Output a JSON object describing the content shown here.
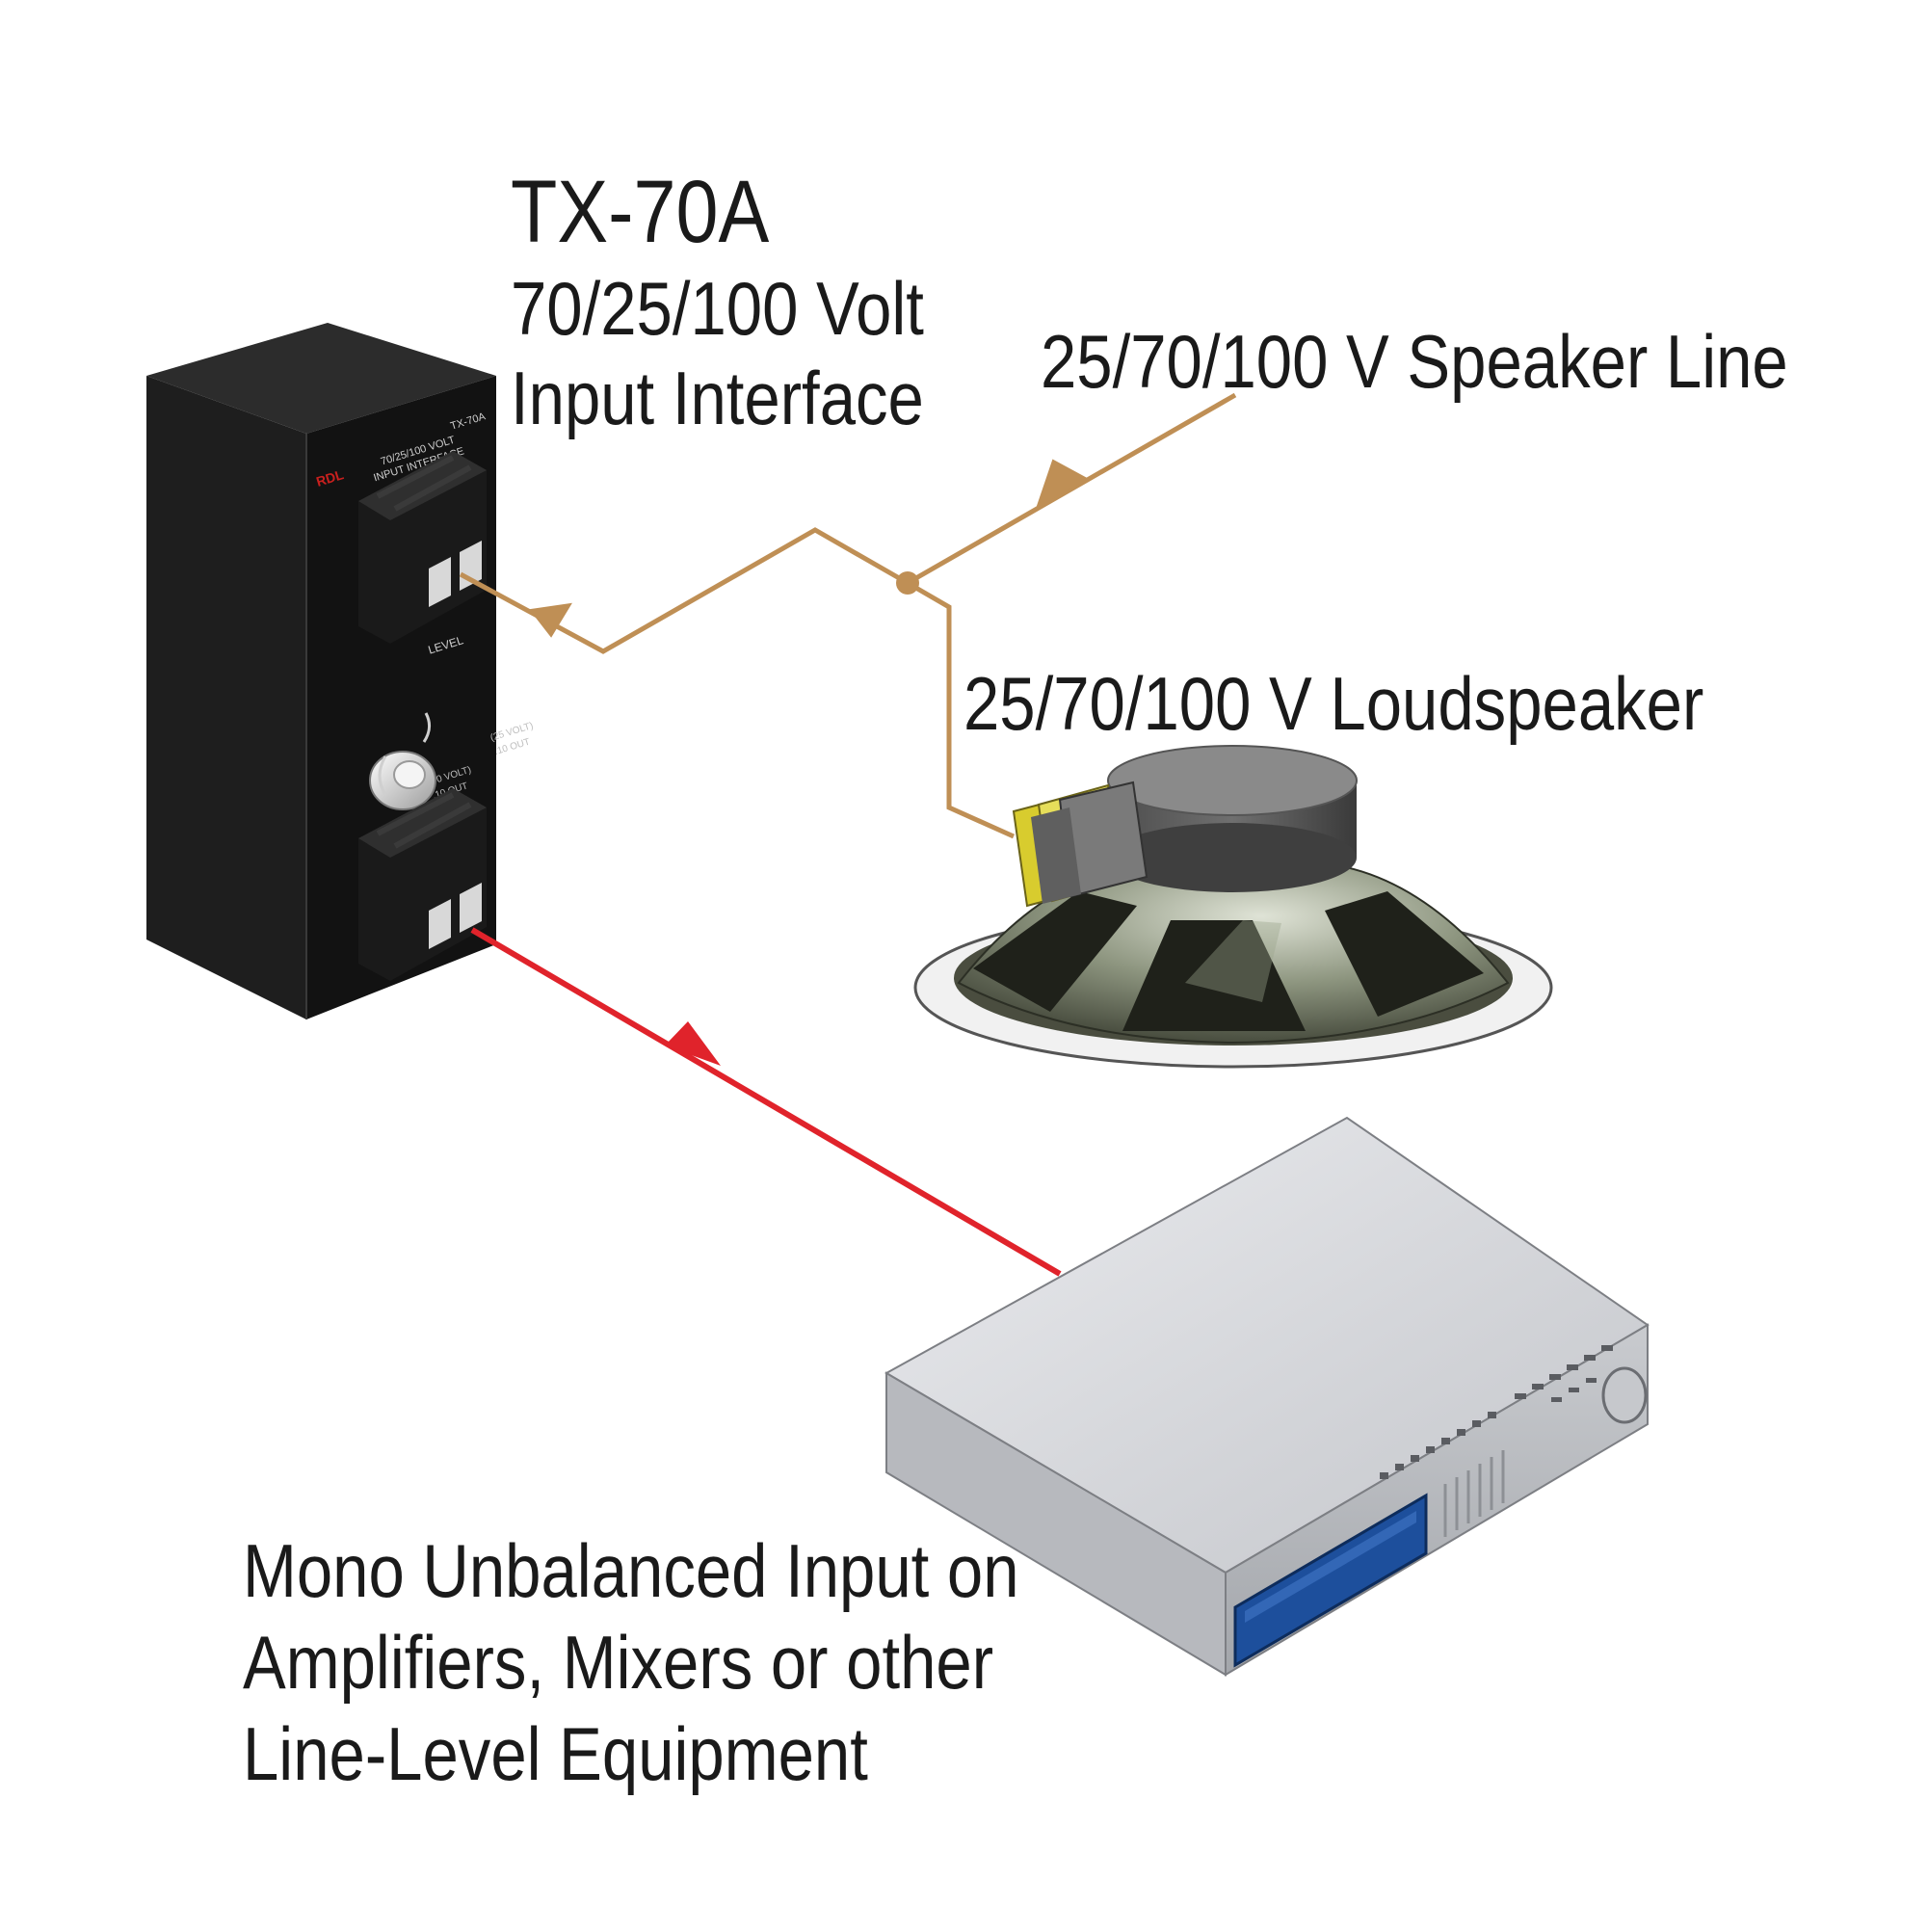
{
  "device": {
    "model": "TX-70A",
    "description_line1": "70/25/100 Volt",
    "description_line2": "Input Interface",
    "colors": {
      "body": "#111111",
      "side": "#1e1e1e",
      "top": "#2c2c2c",
      "brand": "#c8201e"
    }
  },
  "speaker_line": {
    "label": "25/70/100 V Speaker Line",
    "color": "#bf8f55"
  },
  "loudspeaker": {
    "label": "25/70/100 V Loudspeaker"
  },
  "equipment": {
    "label_line1": "Mono Unbalanced Input on",
    "label_line2": "Amplifiers, Mixers or other",
    "label_line3": "Line-Level Equipment",
    "display_color": "#1d4f9c"
  },
  "output_line": {
    "color": "#e0232b"
  }
}
